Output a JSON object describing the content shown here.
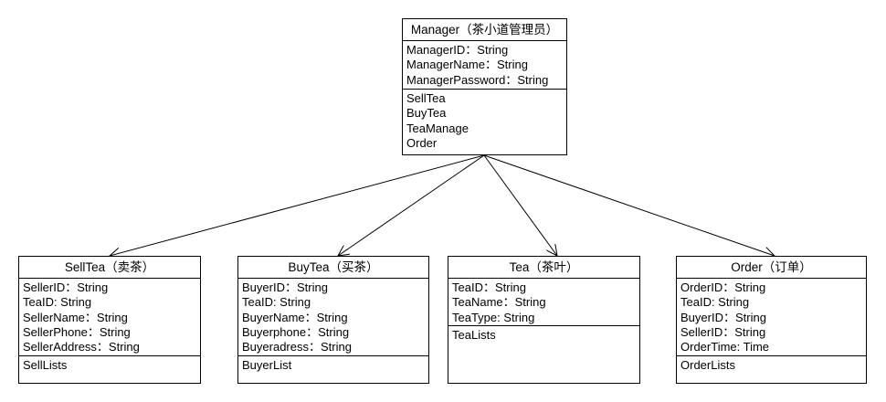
{
  "manager": {
    "title": "Manager（茶小道管理员）",
    "attributes": [
      "ManagerID：String",
      "ManagerName：String",
      "ManagerPassword：String"
    ],
    "operations": [
      "SellTea",
      "BuyTea",
      "TeaManage",
      "Order"
    ]
  },
  "sell_tea": {
    "title": "SellTea（卖茶）",
    "attributes": [
      "SellerID：String",
      "TeaID: String",
      "SellerName：String",
      "SellerPhone：String",
      "SellerAddress：String"
    ],
    "operations": [
      "SellLists"
    ]
  },
  "buy_tea": {
    "title": "BuyTea（买茶）",
    "attributes": [
      "BuyerID：String",
      "TeaID: String",
      "BuyerName：String",
      "Buyerphone：String",
      "Buyeradress：String"
    ],
    "operations": [
      "BuyerList"
    ]
  },
  "tea": {
    "title": "Tea（茶叶）",
    "attributes": [
      "TeaID：String",
      "TeaName：String",
      "TeaType: String"
    ],
    "operations": [
      "TeaLists"
    ]
  },
  "order": {
    "title": "Order（订单）",
    "attributes": [
      "OrderID：String",
      "TeaID: String",
      "BuyerID：String",
      "SellerID：String",
      "OrderTime: Time"
    ],
    "operations": [
      "OrderLists"
    ]
  },
  "colors": {
    "line": "#000000",
    "box_fill": "#ffffff",
    "background": "#ffffff"
  }
}
